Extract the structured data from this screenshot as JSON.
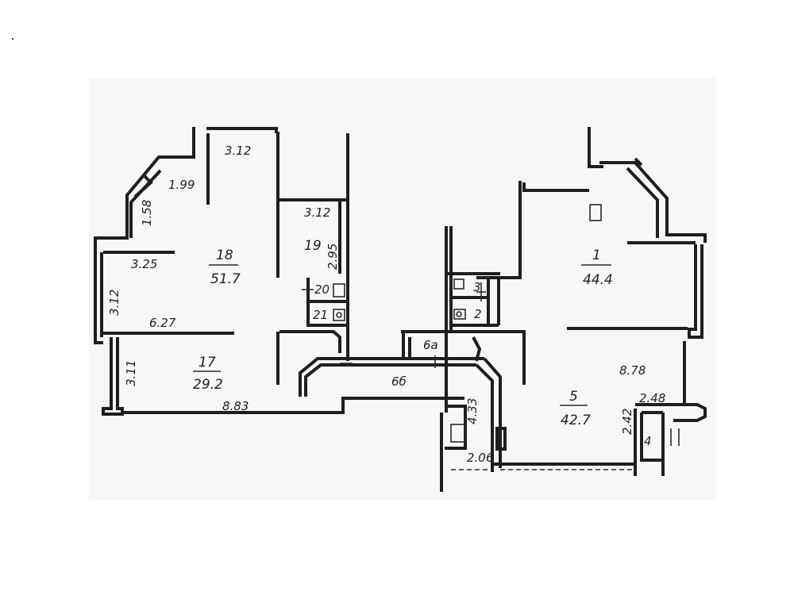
{
  "rooms": [
    {
      "id": "1",
      "number": "1",
      "area": "44.4"
    },
    {
      "id": "2",
      "number": "2",
      "area": ""
    },
    {
      "id": "3",
      "number": "3",
      "area": ""
    },
    {
      "id": "4",
      "number": "4",
      "area": ""
    },
    {
      "id": "5",
      "number": "5",
      "area": "42.7"
    },
    {
      "id": "6a",
      "number": "6а",
      "area": ""
    },
    {
      "id": "6b",
      "number": "6б",
      "area": ""
    },
    {
      "id": "17",
      "number": "17",
      "area": "29.2"
    },
    {
      "id": "18",
      "number": "18",
      "area": "51.7"
    },
    {
      "id": "19",
      "number": "19",
      "area": ""
    },
    {
      "id": "20",
      "number": "20",
      "area": ""
    },
    {
      "id": "21",
      "number": "21",
      "area": ""
    }
  ],
  "dimensions": [
    "3.12",
    "1.99",
    "1.58",
    "3.25",
    "3.12",
    "6.27",
    "3.11",
    "8.83",
    "3.12",
    "2.95",
    "4.33",
    "2.06",
    "8.78",
    "2.48",
    "2.42"
  ]
}
